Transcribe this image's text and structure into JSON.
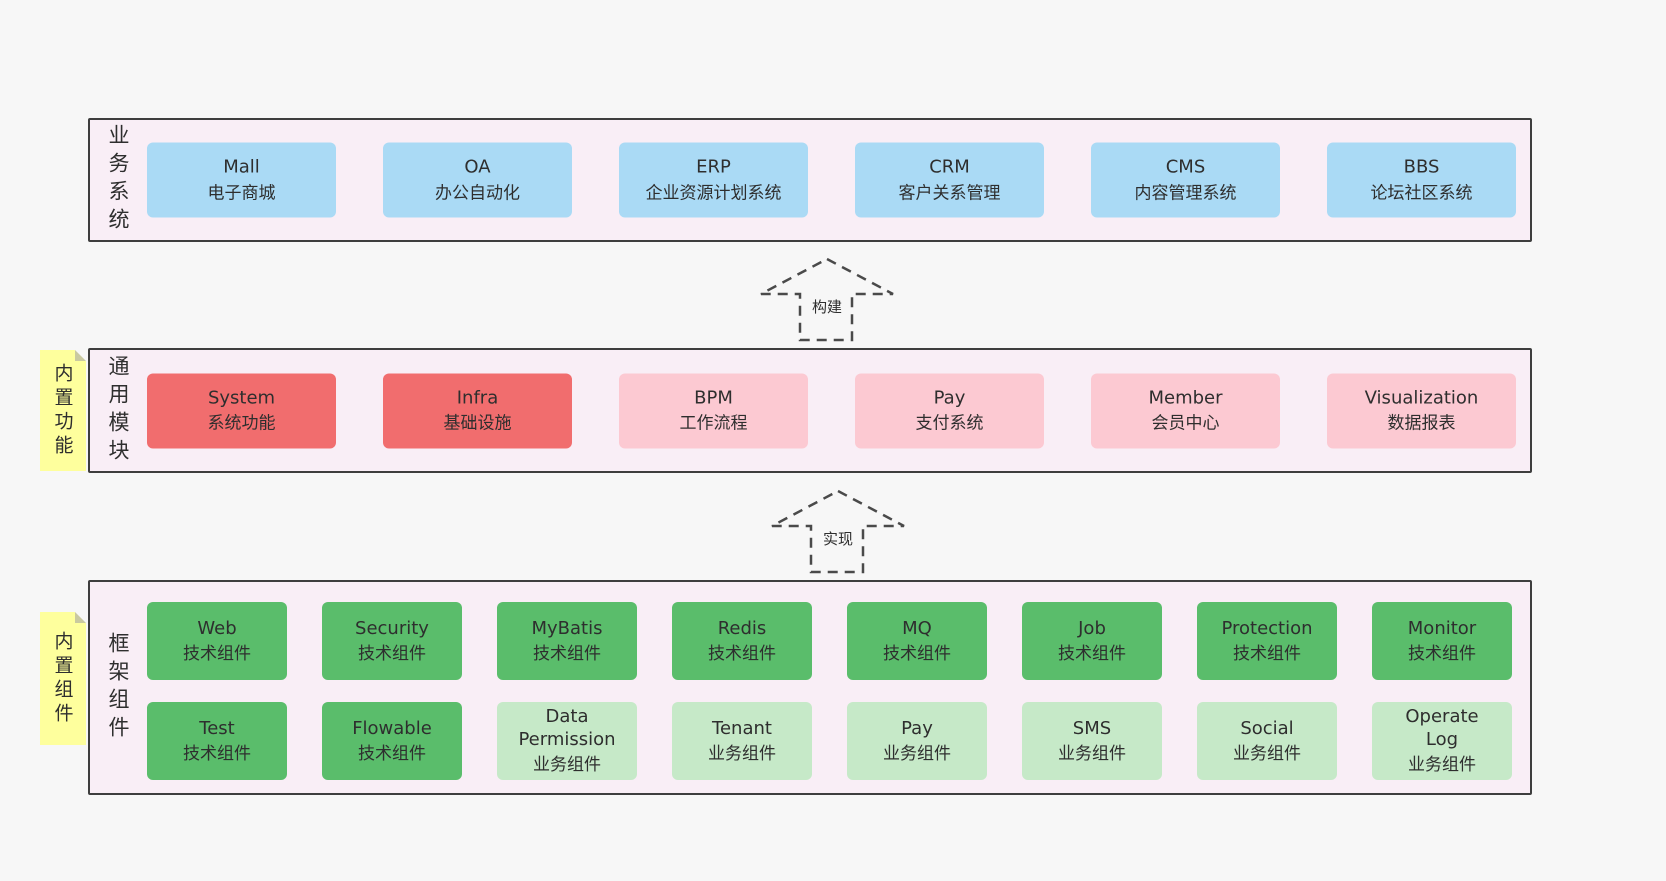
{
  "page": {
    "background": "#f7f7f7"
  },
  "colors": {
    "panel_bg": "#f9eef6",
    "panel_border": "#3e3e3e",
    "blue": "#aadaf5",
    "red": "#f16d6e",
    "pink": "#fcc9d2",
    "green_dark": "#5abd6b",
    "green_light": "#c6e9c8",
    "sticky_yellow": "#feff9d",
    "text": "#2e2e2e"
  },
  "arrows": {
    "build": "构建",
    "implement": "实现"
  },
  "layers": {
    "business": {
      "side_label": "业务系统",
      "boxes": [
        {
          "title": "Mall",
          "subtitle": "电子商城"
        },
        {
          "title": "OA",
          "subtitle": "办公自动化"
        },
        {
          "title": "ERP",
          "subtitle": "企业资源计划系统"
        },
        {
          "title": "CRM",
          "subtitle": "客户关系管理"
        },
        {
          "title": "CMS",
          "subtitle": "内容管理系统"
        },
        {
          "title": "BBS",
          "subtitle": "论坛社区系统"
        }
      ]
    },
    "modules": {
      "side_label": "通用模块",
      "sticky": "内置功能",
      "boxes": [
        {
          "title": "System",
          "subtitle": "系统功能",
          "variant": "red"
        },
        {
          "title": "Infra",
          "subtitle": "基础设施",
          "variant": "red"
        },
        {
          "title": "BPM",
          "subtitle": "工作流程",
          "variant": "pink"
        },
        {
          "title": "Pay",
          "subtitle": "支付系统",
          "variant": "pink"
        },
        {
          "title": "Member",
          "subtitle": "会员中心",
          "variant": "pink"
        },
        {
          "title": "Visualization",
          "subtitle": "数据报表",
          "variant": "pink"
        }
      ]
    },
    "components": {
      "side_label": "框架组件",
      "sticky": "内置组件",
      "row1": [
        {
          "title": "Web",
          "subtitle": "技术组件",
          "variant": "green"
        },
        {
          "title": "Security",
          "subtitle": "技术组件",
          "variant": "green"
        },
        {
          "title": "MyBatis",
          "subtitle": "技术组件",
          "variant": "green"
        },
        {
          "title": "Redis",
          "subtitle": "技术组件",
          "variant": "green"
        },
        {
          "title": "MQ",
          "subtitle": "技术组件",
          "variant": "green"
        },
        {
          "title": "Job",
          "subtitle": "技术组件",
          "variant": "green"
        },
        {
          "title": "Protection",
          "subtitle": "技术组件",
          "variant": "green"
        },
        {
          "title": "Monitor",
          "subtitle": "技术组件",
          "variant": "green"
        }
      ],
      "row2": [
        {
          "title": "Test",
          "subtitle": "技术组件",
          "variant": "green"
        },
        {
          "title": "Flowable",
          "subtitle": "技术组件",
          "variant": "green"
        },
        {
          "title": "Data Permission",
          "subtitle": "业务组件",
          "variant": "green-light"
        },
        {
          "title": "Tenant",
          "subtitle": "业务组件",
          "variant": "green-light"
        },
        {
          "title": "Pay",
          "subtitle": "业务组件",
          "variant": "green-light"
        },
        {
          "title": "SMS",
          "subtitle": "业务组件",
          "variant": "green-light"
        },
        {
          "title": "Social",
          "subtitle": "业务组件",
          "variant": "green-light"
        },
        {
          "title": "Operate Log",
          "subtitle": "业务组件",
          "variant": "green-light"
        }
      ]
    }
  }
}
